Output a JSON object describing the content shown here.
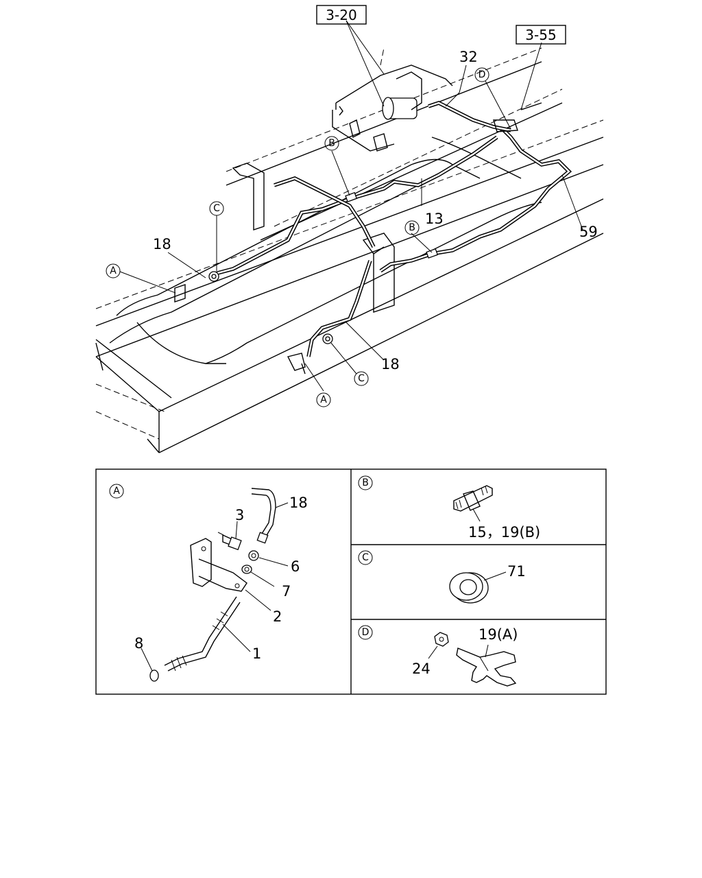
{
  "references": {
    "ref_top": "3-20",
    "ref_right": "3-55"
  },
  "main_labels": {
    "l32": "32",
    "l13": "13",
    "l59": "59",
    "l18_left": "18",
    "l18_bottom": "18"
  },
  "circle_markers": {
    "a": "A",
    "b": "B",
    "c": "C",
    "d": "D"
  },
  "detail_a": {
    "marker": "A",
    "parts": {
      "p18": "18",
      "p3": "3",
      "p6": "6",
      "p7": "7",
      "p2": "2",
      "p1": "1",
      "p8": "8"
    }
  },
  "detail_b": {
    "marker": "B",
    "part_label": "15，19(B)"
  },
  "detail_c": {
    "marker": "C",
    "part_label": "71"
  },
  "detail_d": {
    "marker": "D",
    "part_label_fitting": "19(A)",
    "part_label_nut": "24"
  }
}
